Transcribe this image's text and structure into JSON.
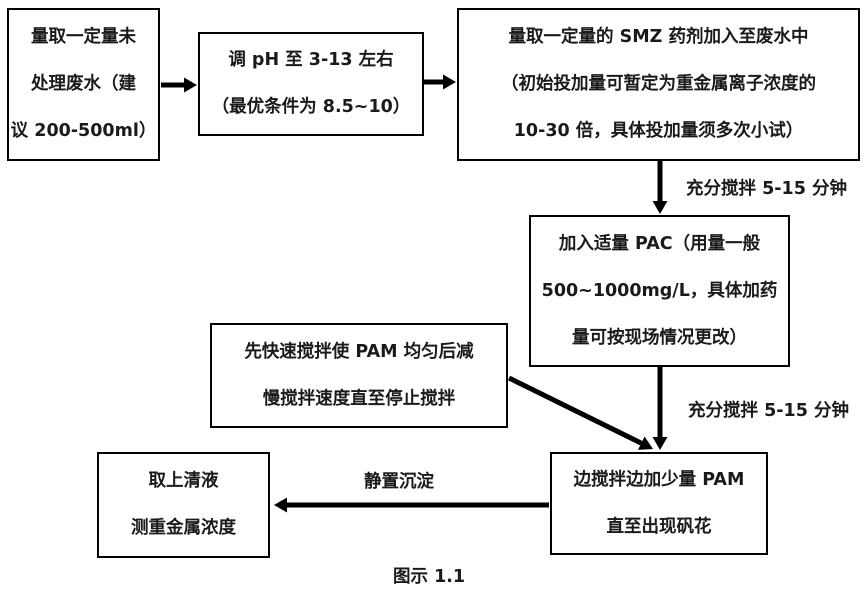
{
  "diagram": {
    "caption": "图示 1.1",
    "boxes": {
      "measure_wastewater": {
        "lines": [
          "量取一定量未",
          "处理废水（建",
          "议 200-500ml）"
        ]
      },
      "adjust_ph": {
        "lines": [
          "调 pH 至 3-13 左右",
          "（最优条件为 8.5~10）"
        ]
      },
      "add_smz": {
        "lines": [
          "量取一定量的 SMZ 药剂加入至废水中",
          "（初始投加量可暂定为重金属离子浓度的",
          "10-30 倍，具体投加量须多次小试）"
        ]
      },
      "add_pac": {
        "lines": [
          "加入适量 PAC（用量一般",
          "500~1000mg/L，具体加药",
          "量可按现场情况更改）"
        ]
      },
      "pam_stir_method": {
        "lines": [
          "先快速搅拌使 PAM 均匀后减",
          "慢搅拌速度直至停止搅拌"
        ]
      },
      "add_pam": {
        "lines": [
          "边搅拌边加少量 PAM",
          "直至出现矾花"
        ]
      },
      "sample_supernatant": {
        "lines": [
          "取上清液",
          "测重金属浓度"
        ]
      }
    },
    "edge_labels": {
      "stir_after_smz": "充分搅拌 5-15 分钟",
      "stir_after_pac": "充分搅拌 5-15 分钟",
      "settle": "静置沉淀"
    },
    "colors": {
      "line": "#000000",
      "background": "#ffffff",
      "text": "#1a1a1a"
    }
  }
}
